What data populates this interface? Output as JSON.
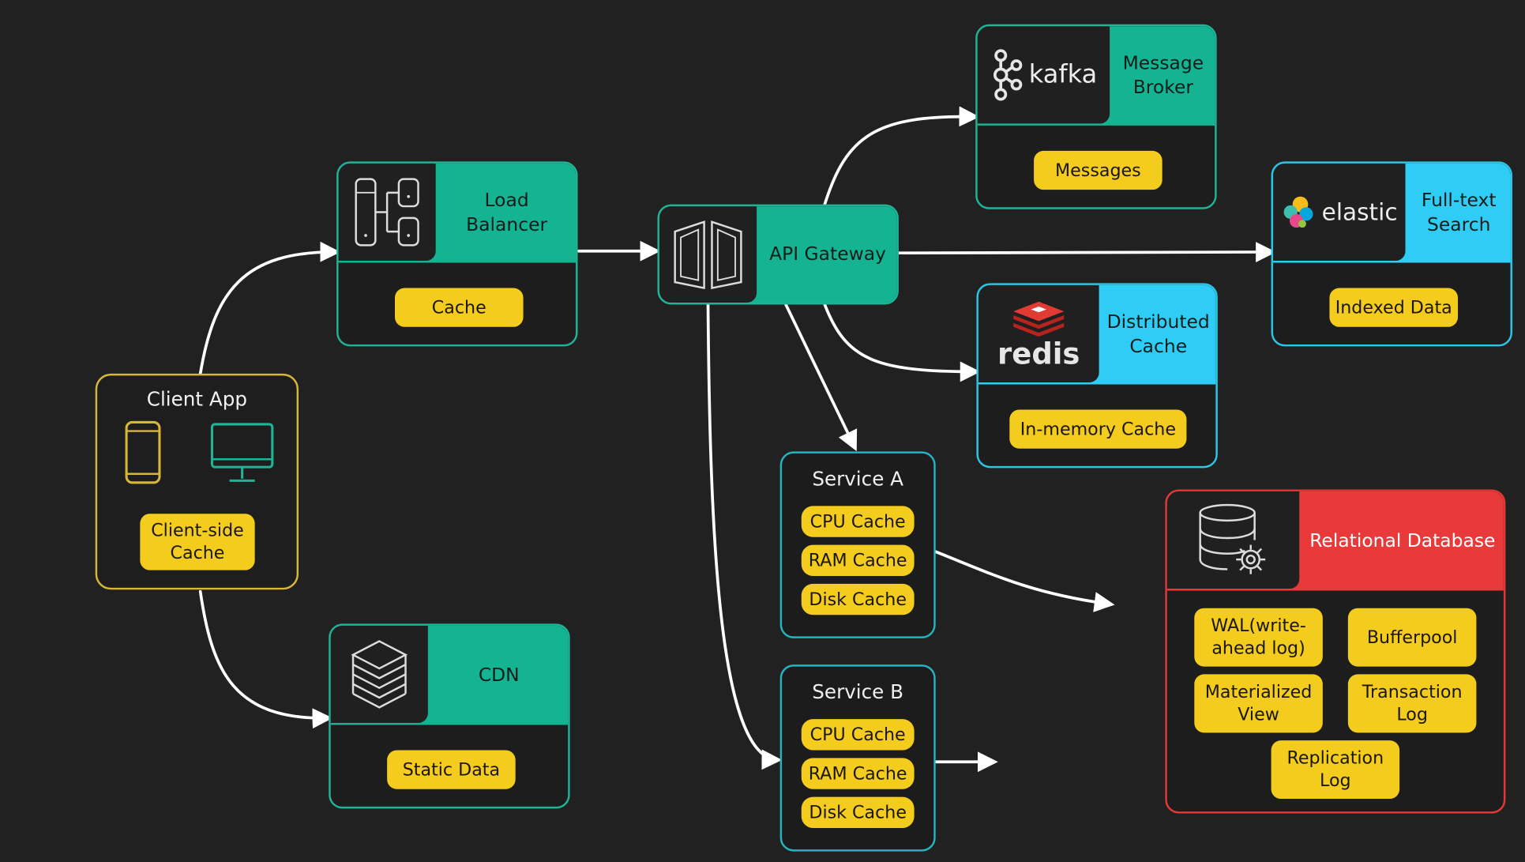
{
  "colors": {
    "background": "#212121",
    "teal": "#14b493",
    "cyan": "#2fcdf6",
    "red": "#e83a3a",
    "pill": "#f3cc1d",
    "client_border": "#d7b73a"
  },
  "client_app": {
    "title": "Client App",
    "cache": "Client-side\nCache",
    "icons": [
      "phone-icon",
      "monitor-icon"
    ]
  },
  "load_balancer": {
    "title": "Load\nBalancer",
    "cache": "Cache",
    "icon": "load-balancer-icon"
  },
  "cdn": {
    "title": "CDN",
    "data": "Static Data",
    "icon": "layers-icon"
  },
  "api_gateway": {
    "title": "API Gateway",
    "icon": "gateway-icon"
  },
  "kafka": {
    "logo": "kafka",
    "title": "Message\nBroker",
    "data": "Messages"
  },
  "redis": {
    "logo": "redis",
    "title": "Distributed\nCache",
    "data": "In-memory Cache"
  },
  "elastic": {
    "logo": "elastic",
    "title": "Full-text\nSearch",
    "data": "Indexed Data"
  },
  "service_a": {
    "title": "Service A",
    "caches": [
      "CPU Cache",
      "RAM Cache",
      "Disk Cache"
    ]
  },
  "service_b": {
    "title": "Service B",
    "caches": [
      "CPU Cache",
      "RAM Cache",
      "Disk Cache"
    ]
  },
  "relational_db": {
    "title": "Relational Database",
    "icon": "database-gear-icon",
    "items": [
      "WAL(write-\nahead log)",
      "Bufferpool",
      "Materialized\nView",
      "Transaction\nLog",
      "Replication\nLog"
    ]
  }
}
